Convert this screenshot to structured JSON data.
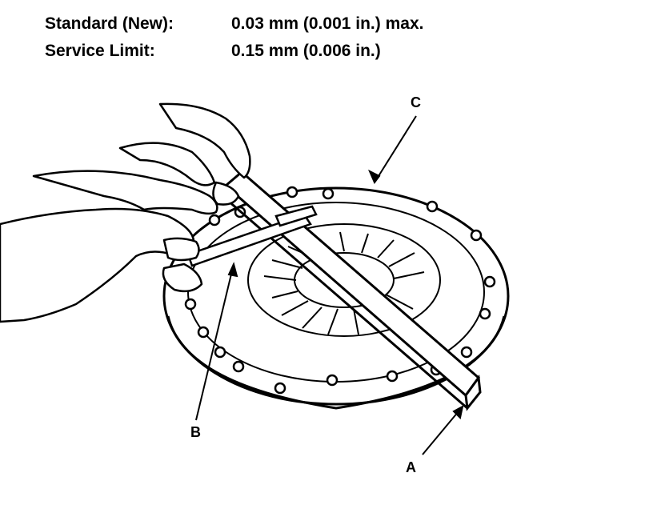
{
  "specs": [
    {
      "label": "Standard (New):",
      "value": "0.03 mm (0.001 in.) max."
    },
    {
      "label": "Service Limit:",
      "value": "0.15 mm (0.006 in.)"
    }
  ],
  "callouts": {
    "a": "A",
    "b": "B",
    "c": "C"
  },
  "colors": {
    "ink": "#000000",
    "paper": "#ffffff"
  }
}
